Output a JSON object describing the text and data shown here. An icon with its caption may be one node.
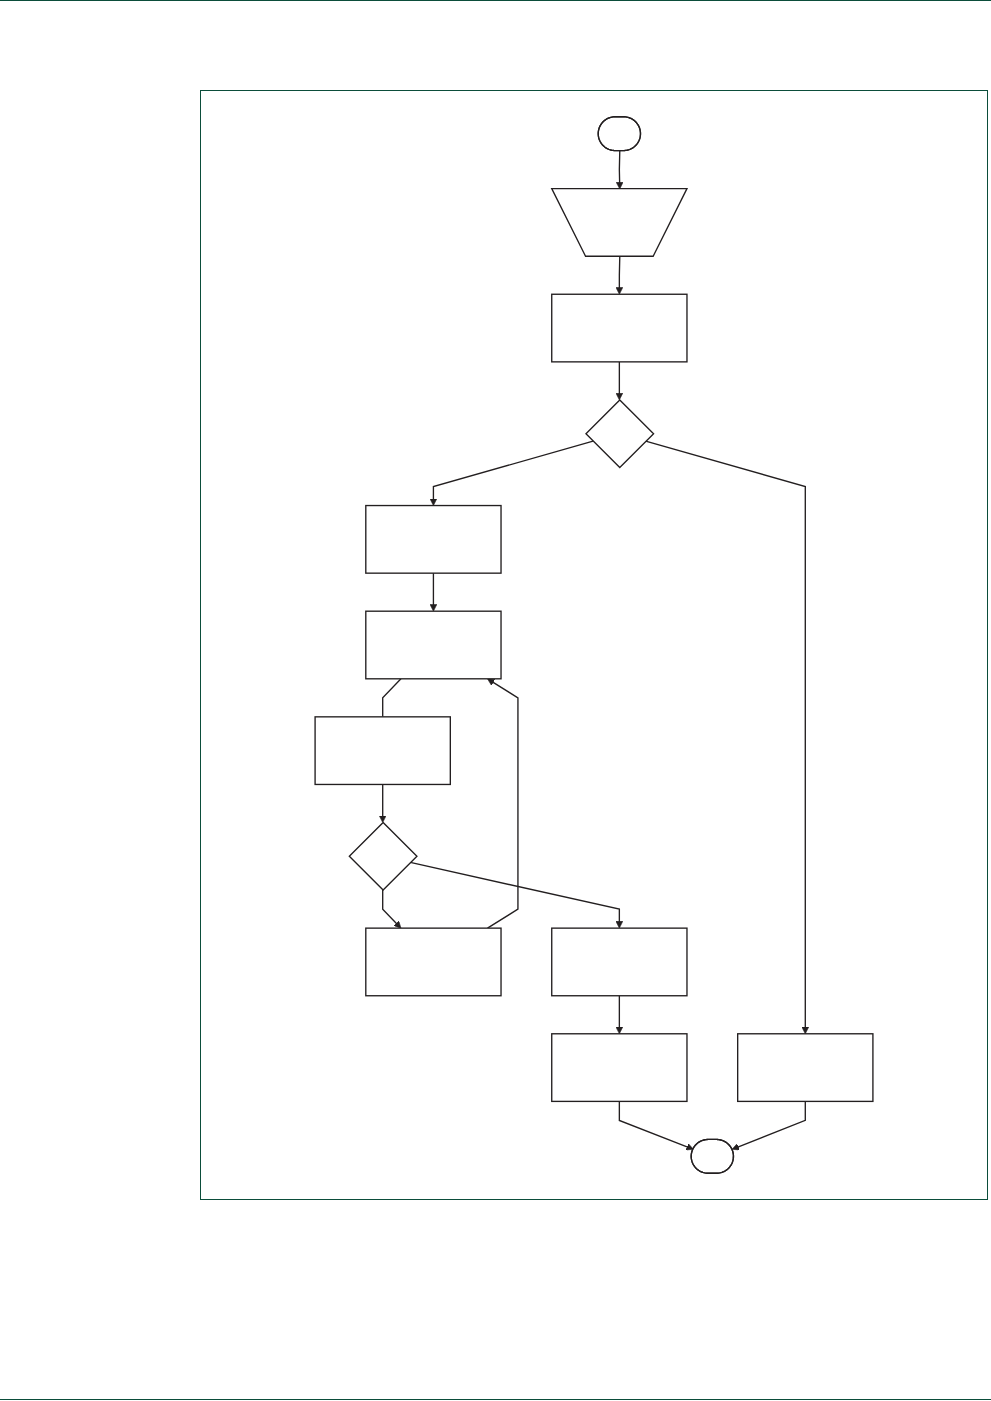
{
  "diagram": {
    "nodes": [
      {
        "text": [],
        "shape": "stadium"
      },
      {
        "text": [],
        "shape": "trapezoid"
      },
      {
        "text": [],
        "shape": "box"
      },
      {
        "text": [],
        "shape": "diamond"
      },
      {
        "text": [],
        "shape": "box"
      },
      {
        "text": [],
        "shape": "box"
      },
      {
        "text": [],
        "shape": "box"
      },
      {
        "text": [],
        "shape": "box"
      },
      {
        "text": [],
        "shape": "box"
      },
      {
        "text": [],
        "shape": "diamond"
      },
      {
        "text": [],
        "shape": "box"
      },
      {
        "text": [],
        "shape": "box"
      },
      {
        "text": [],
        "shape": "stadium"
      }
    ],
    "edges": [
      {
        "from": 0,
        "to": 1,
        "arrow": "to"
      },
      {
        "from": 1,
        "to": 2,
        "arrow": "to"
      },
      {
        "from": 2,
        "to": 3,
        "arrow": "to"
      },
      {
        "from": 3,
        "to": 4,
        "arrow": "to"
      },
      {
        "from": 3,
        "to": 5,
        "arrow": "to"
      },
      {
        "from": 4,
        "to": 7,
        "arrow": "to"
      },
      {
        "from": 6,
        "to": 7,
        "arrow": "to"
      },
      {
        "from": 7,
        "to": 8,
        "arrow": "none"
      },
      {
        "from": 8,
        "to": 9,
        "arrow": "to"
      },
      {
        "from": 9,
        "to": 6,
        "arrow": "to"
      },
      {
        "from": 9,
        "to": 10,
        "arrow": "to"
      },
      {
        "from": 10,
        "to": 11,
        "arrow": "to"
      },
      {
        "from": 11,
        "to": 12,
        "arrow": "to"
      },
      {
        "from": 5,
        "to": 12,
        "arrow": "to"
      }
    ]
  }
}
